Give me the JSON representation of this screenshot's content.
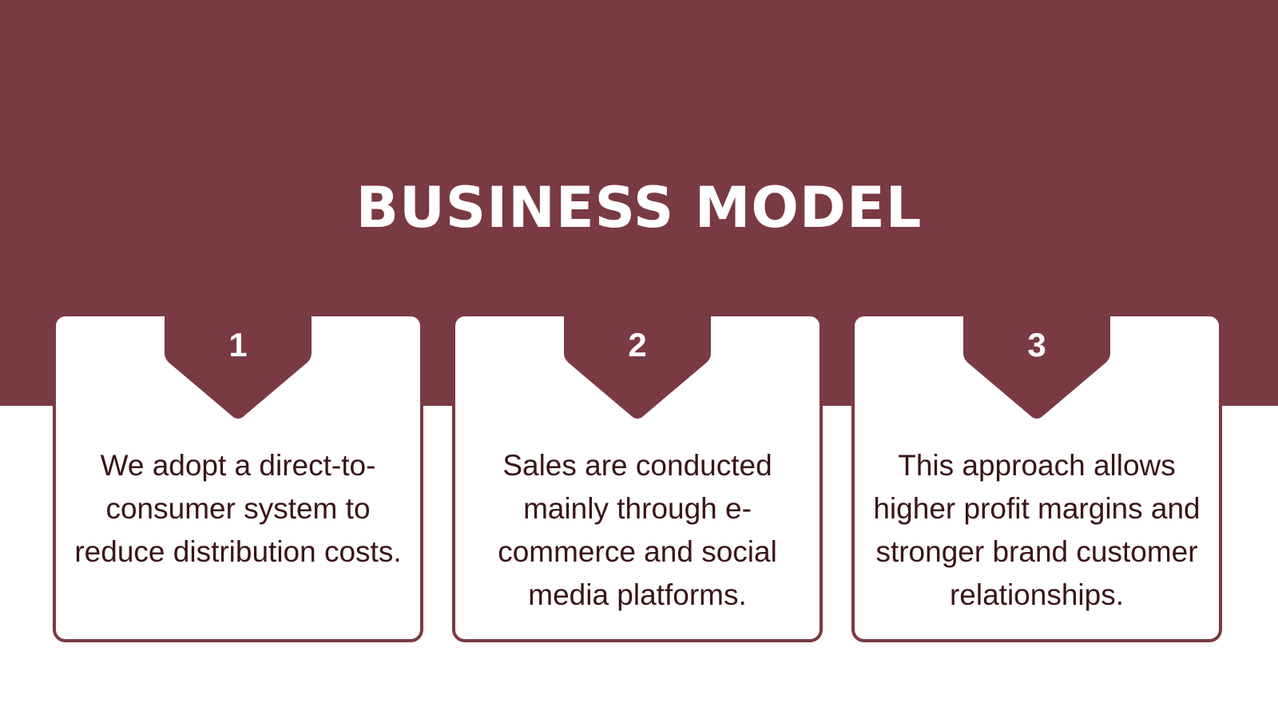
{
  "slide": {
    "title": "BUSINESS MODEL",
    "colors": {
      "accent": "#7a3a42",
      "background": "#ffffff",
      "title_text": "#ffffff",
      "body_text": "#3a1418"
    }
  },
  "cards": [
    {
      "number": "1",
      "text": "We adopt a direct-to-consumer system to reduce distribution costs."
    },
    {
      "number": "2",
      "text": "Sales are conducted mainly through e-commerce and social media platforms."
    },
    {
      "number": "3",
      "text": "This approach allows higher profit margins and stronger brand customer relationships."
    }
  ]
}
